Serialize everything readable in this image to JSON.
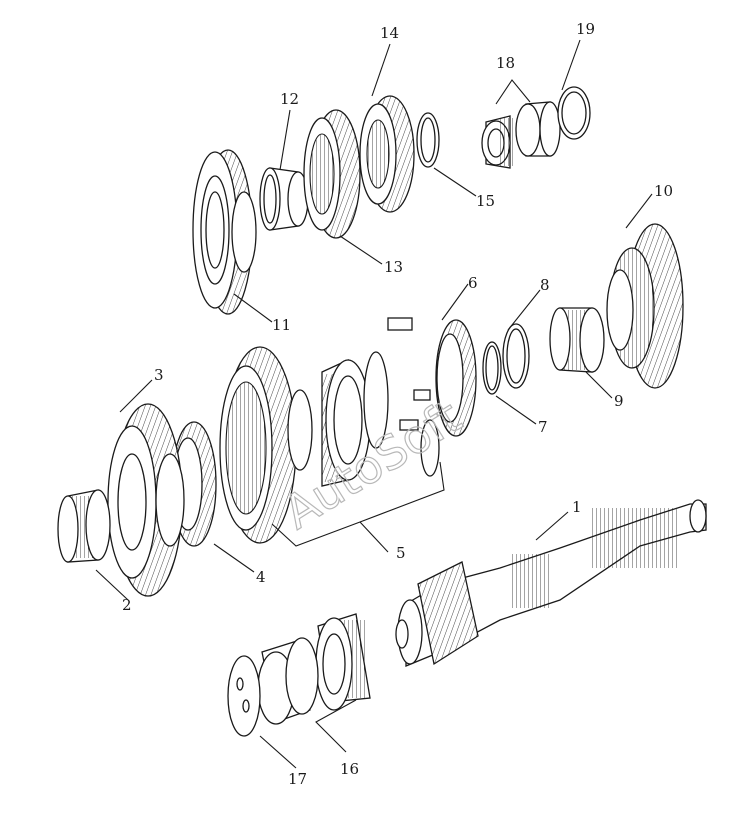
{
  "watermark": "AutoSoft",
  "callouts": [
    {
      "n": "1"
    },
    {
      "n": "2"
    },
    {
      "n": "3"
    },
    {
      "n": "4"
    },
    {
      "n": "5"
    },
    {
      "n": "6"
    },
    {
      "n": "7"
    },
    {
      "n": "8"
    },
    {
      "n": "9"
    },
    {
      "n": "10"
    },
    {
      "n": "11"
    },
    {
      "n": "12"
    },
    {
      "n": "13"
    },
    {
      "n": "14"
    },
    {
      "n": "15"
    },
    {
      "n": "16"
    },
    {
      "n": "17"
    },
    {
      "n": "18"
    },
    {
      "n": "19"
    }
  ]
}
